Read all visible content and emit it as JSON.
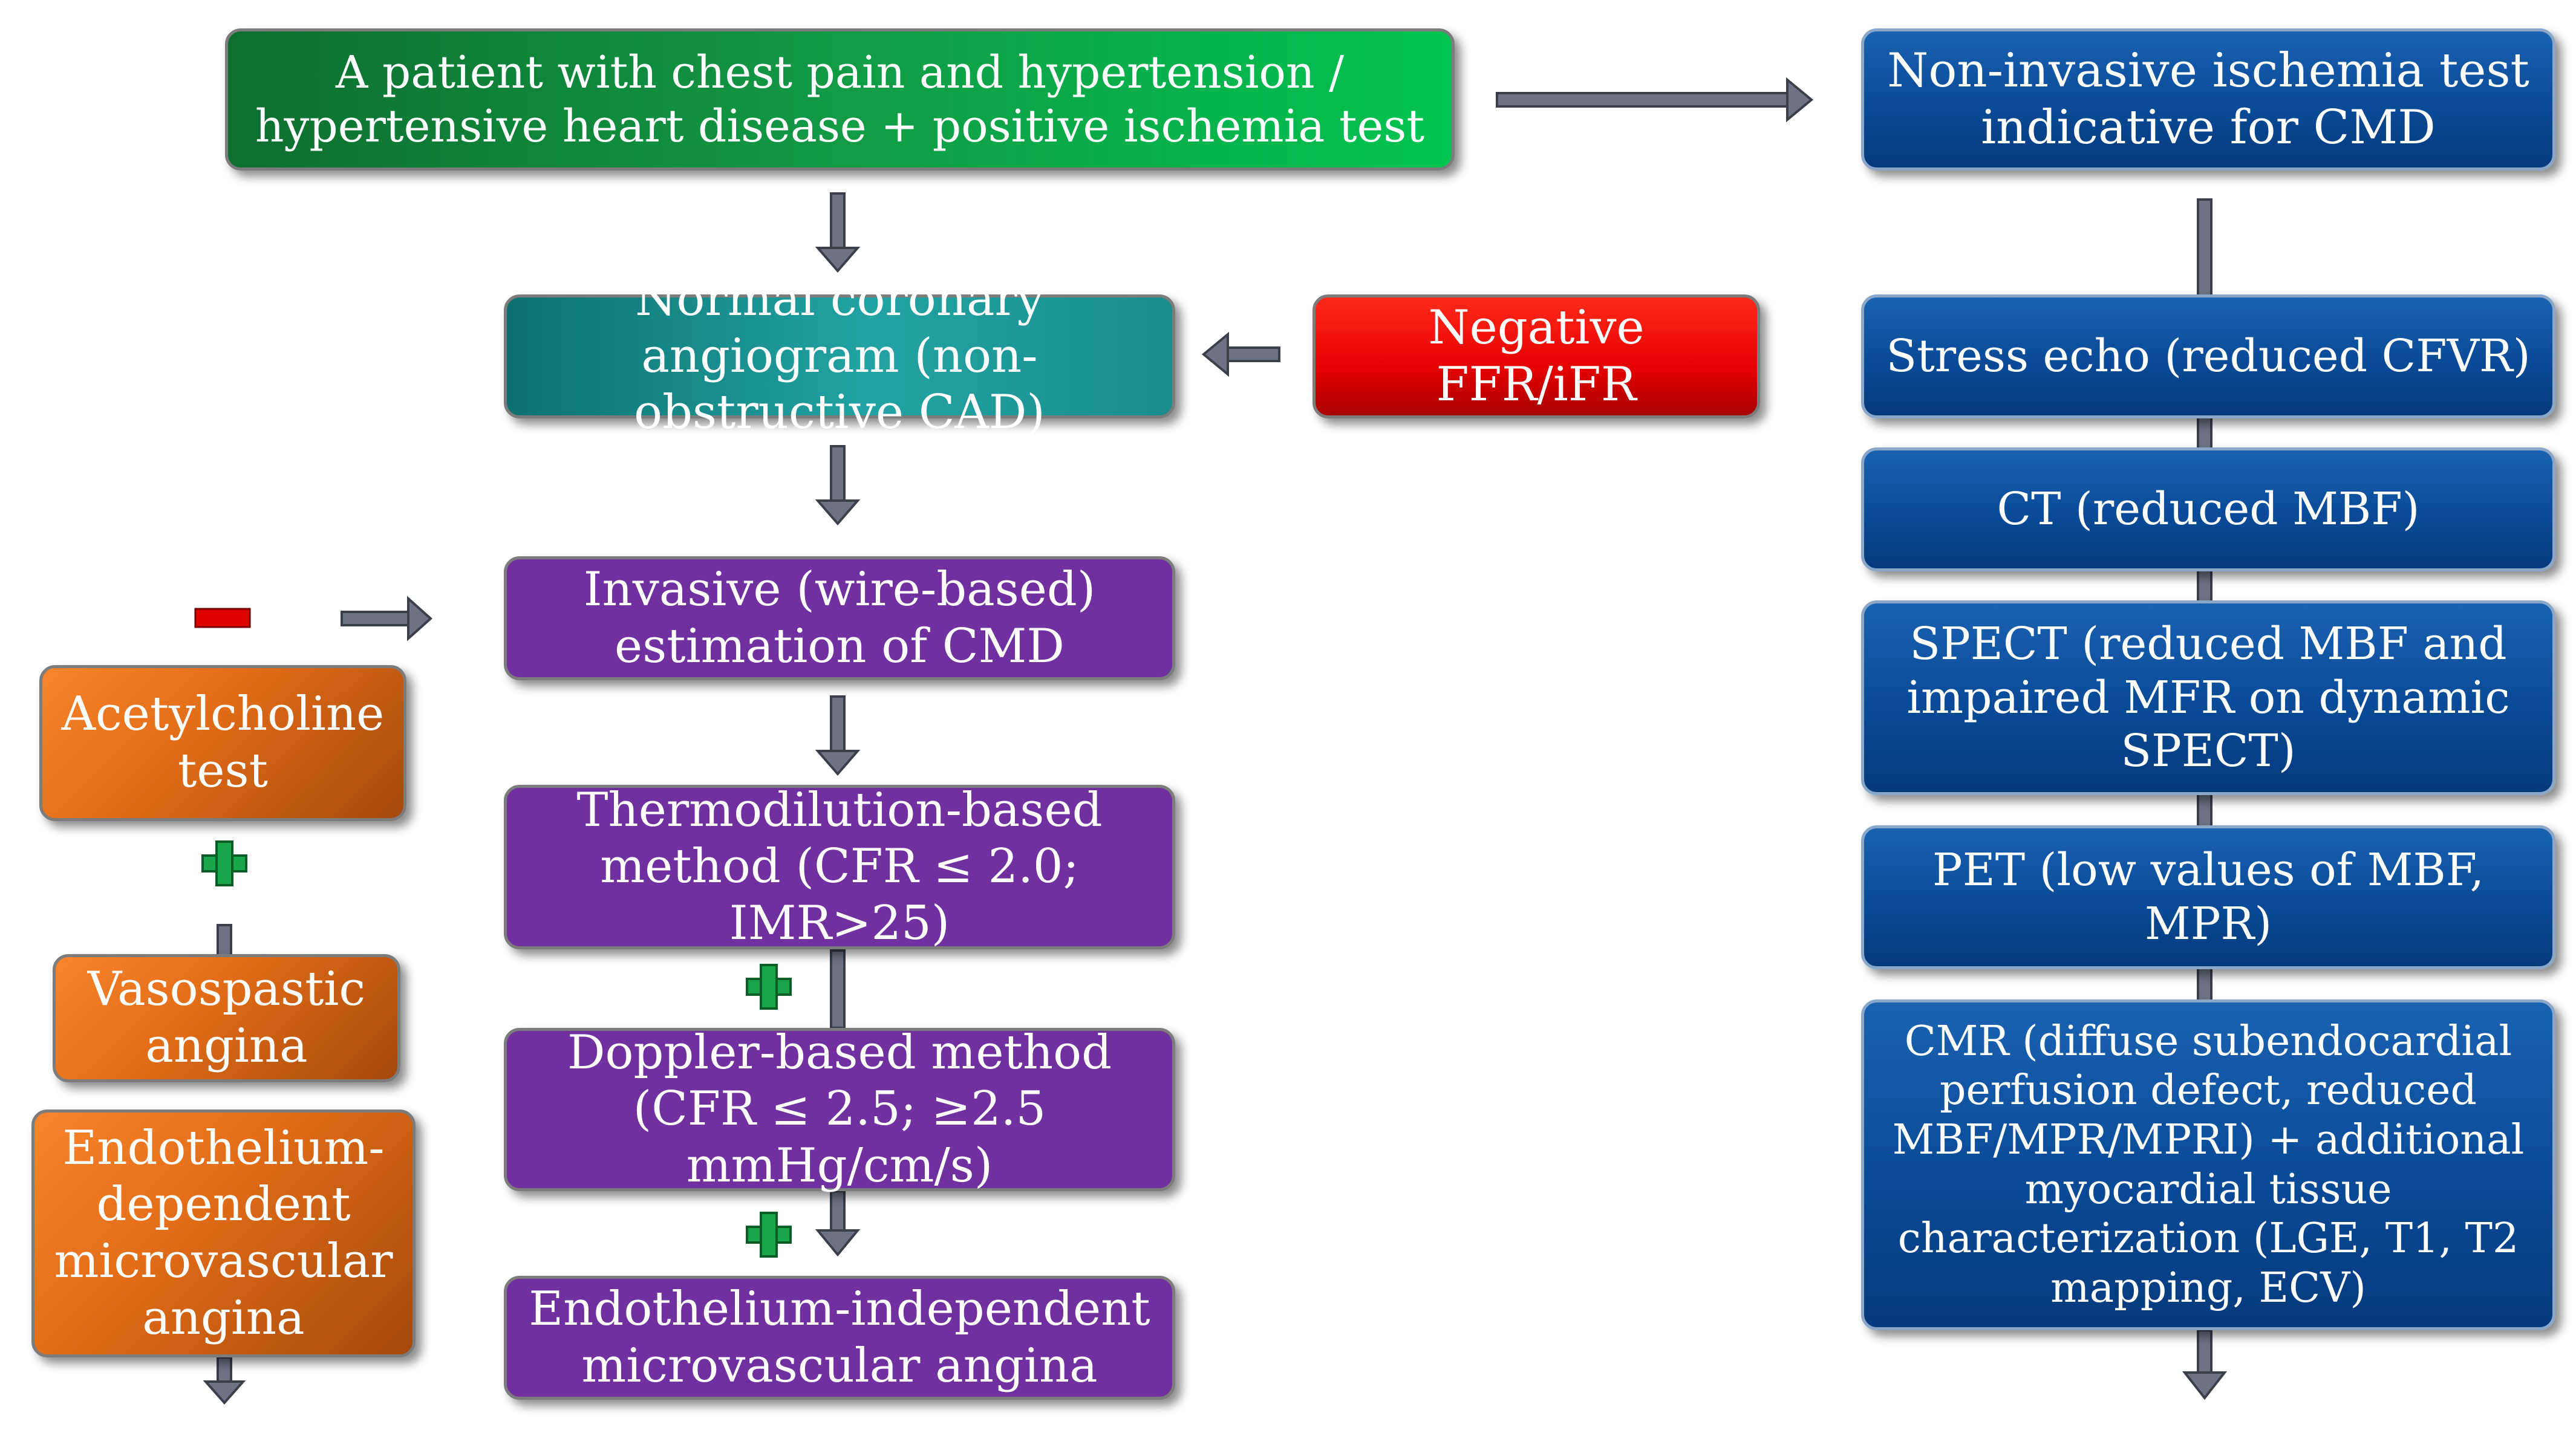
{
  "boxes": {
    "patient": "A patient with chest pain and hypertension / hypertensive heart disease + positive ischemia test",
    "normal_angiogram": "Normal coronary angiogram (non-obstructive CAD)",
    "negative_ffr": "Negative FFR/iFR",
    "invasive": "Invasive (wire-based) estimation of CMD",
    "thermodilution": "Thermodilution-based method (CFR ≤ 2.0; IMR>25)",
    "doppler": "Doppler-based method (CFR ≤ 2.5; ≥2.5 mmHg/cm/s)",
    "endo_independent": "Endothelium-independent microvascular angina",
    "acetylcholine": "Acetylcholine test",
    "vasospastic": "Vasospastic angina",
    "endo_dependent": "Endothelium-dependent microvascular angina",
    "noninvasive": "Non-invasive ischemia test indicative for CMD",
    "stress_echo": "Stress echo (reduced CFVR)",
    "ct": "CT (reduced MBF)",
    "spect": "SPECT (reduced MBF and impaired MFR on dynamic SPECT)",
    "pet": "PET (low values of MBF, MPR)",
    "cmr": "CMR (diffuse subendocardial perfusion defect, reduced MBF/MPR/MPRI) + additional myocardial tissue characterization (LGE, T1, T2 mapping, ECV)"
  },
  "colors": {
    "patient": "#129a45",
    "normal_angiogram": "#22a3a3",
    "negative_ffr": "#e40000",
    "invasive": "#7030a0",
    "acetylcholine": "#e36d18",
    "noninvasive": "#0a4c9a",
    "plus": "#1aa64a",
    "minus": "#e00000",
    "arrow": "#5a5a66"
  },
  "icons": [
    "plus-icon",
    "minus-icon",
    "arrow-down-icon",
    "arrow-right-icon",
    "arrow-left-icon"
  ]
}
